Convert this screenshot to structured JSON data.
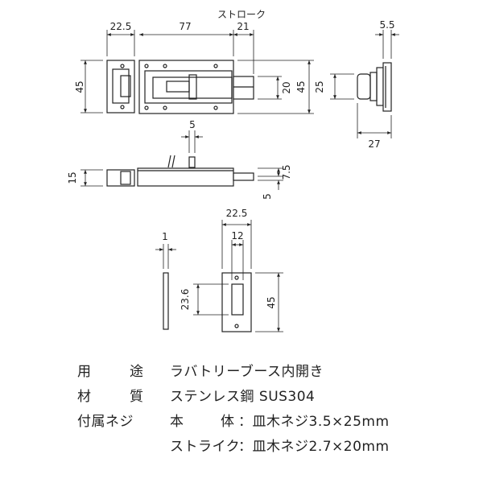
{
  "drawing": {
    "stroke_label": "ストローク",
    "front_view": {
      "dim_width_left": "22.5",
      "dim_width_body": "77",
      "dim_stroke": "21",
      "dim_height_left": "45",
      "dim_height_bolt": "20",
      "dim_height_right": "45"
    },
    "side_view": {
      "dim_top": "5.5",
      "dim_height": "25",
      "dim_depth": "27"
    },
    "top_view": {
      "dim_knob": "5",
      "dim_height": "15",
      "dim_bolt_offset": "7.5",
      "dim_bolt_thick": "5"
    },
    "strike_view": {
      "dim_thickness": "1",
      "dim_width": "22.5",
      "dim_hole_width": "12",
      "dim_hole_height": "23.6",
      "dim_height": "45"
    }
  },
  "specs": {
    "usage_label_1": "用",
    "usage_label_2": "途",
    "usage_value": "ラバトリーブース内開き",
    "material_label_1": "材",
    "material_label_2": "質",
    "material_value": "ステンレス鋼 SUS304",
    "screws_label": "付属ネジ",
    "screw_body_label_1": "本",
    "screw_body_label_2": "体",
    "screw_body_value": "：皿木ネジ3.5×25mm",
    "screw_strike_label": "ストライク",
    "screw_strike_value": "：皿木ネジ2.7×20mm"
  },
  "colors": {
    "line": "#222222",
    "part_fill": "#ffffff"
  }
}
